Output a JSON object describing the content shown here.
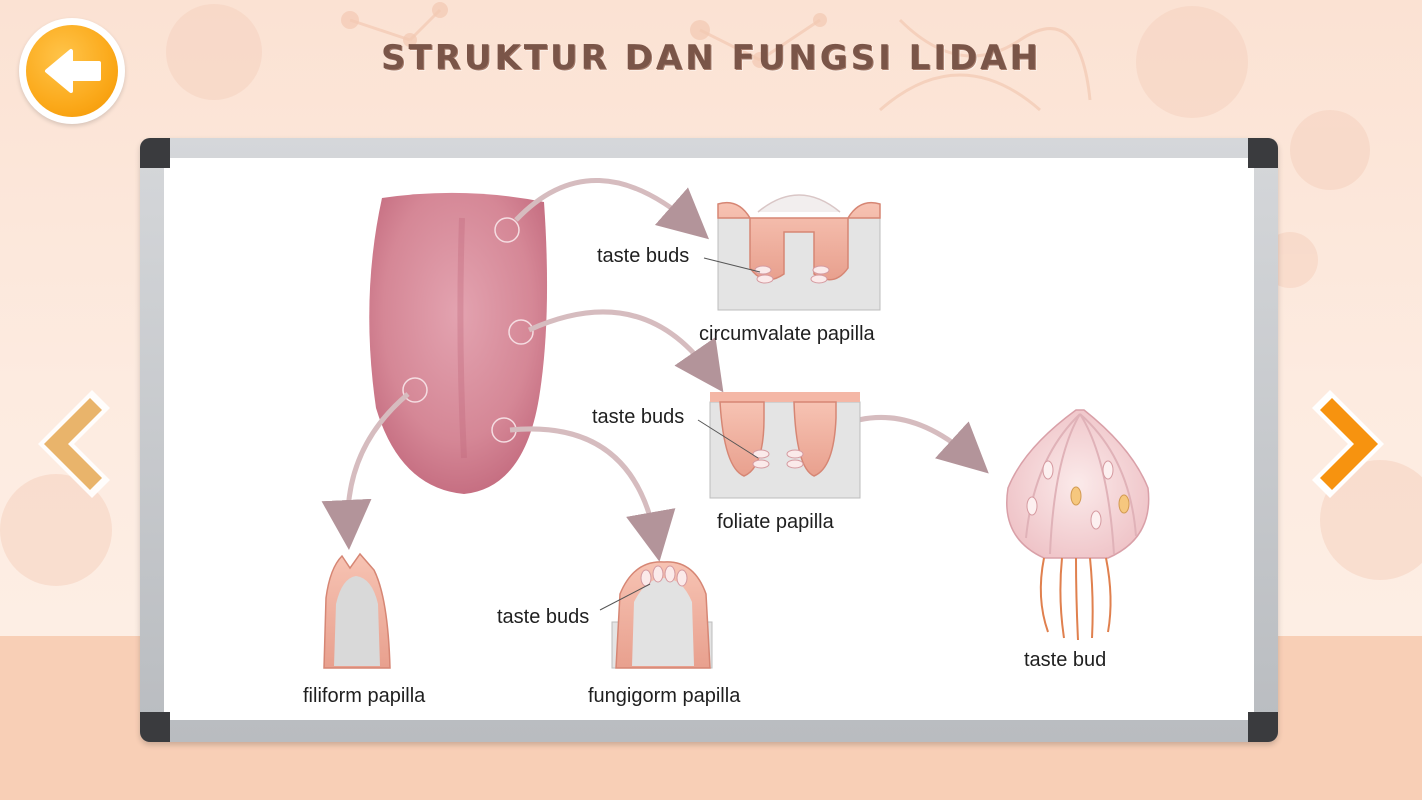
{
  "header": {
    "title": "STRUKTUR DAN FUNGSI LIDAH"
  },
  "navigation": {
    "back_icon": "arrow-left-icon",
    "prev_icon": "chevron-left-icon",
    "next_icon": "chevron-right-icon"
  },
  "diagram": {
    "labels": {
      "taste_buds_circumvalate": "taste buds",
      "circumvalate": "circumvalate papilla",
      "taste_buds_foliate": "taste buds",
      "foliate": "foliate papilla",
      "taste_buds_fungiform": "taste buds",
      "fungiform": "fungigorm papilla",
      "filiform": "filiform papilla",
      "taste_bud": "taste bud"
    }
  },
  "colors": {
    "accent_orange": "#fba91a",
    "title_brown": "#7a5548",
    "prev_arrow": "#e9b46b",
    "next_arrow": "#f7930f"
  }
}
